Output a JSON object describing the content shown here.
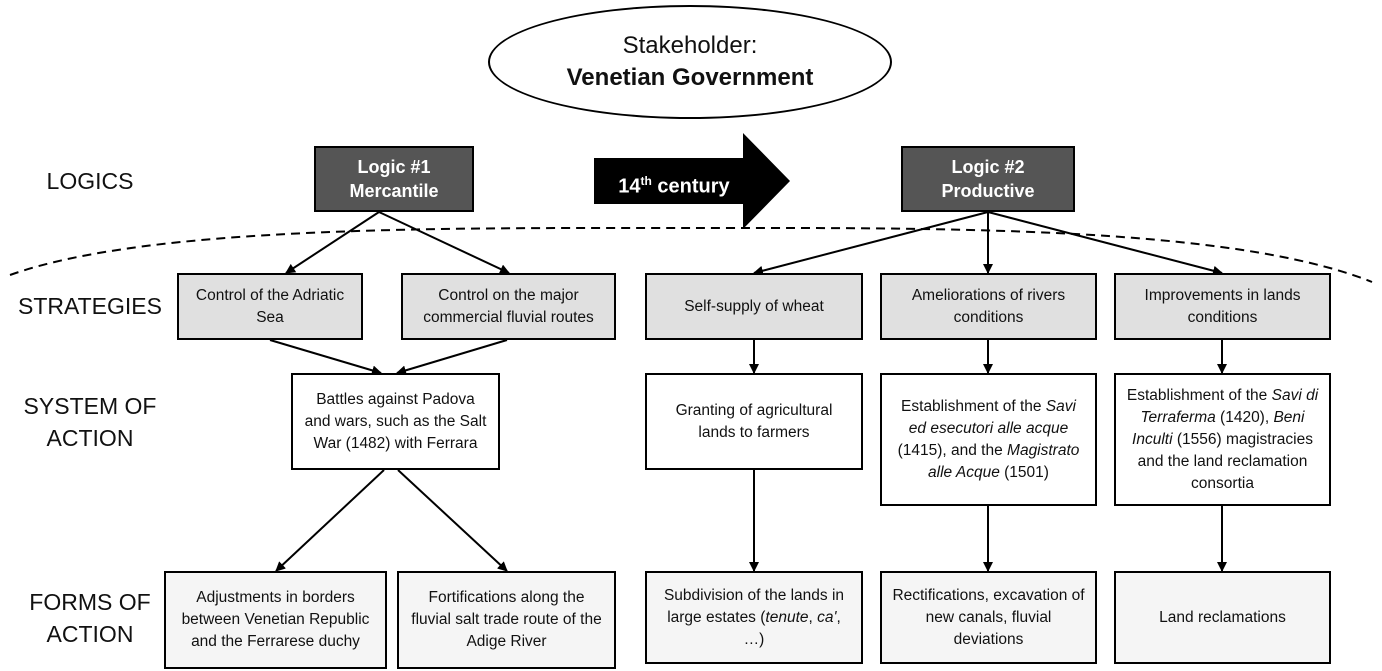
{
  "stakeholder": {
    "label": "Stakeholder:",
    "name": "Venetian Government"
  },
  "rows": {
    "logics": "LOGICS",
    "strategies": "STRATEGIES",
    "system_of_action": "SYSTEM OF\nACTION",
    "forms_of_action": "FORMS OF\nACTION"
  },
  "logic1": {
    "line1": "Logic #1",
    "line2": "Mercantile"
  },
  "logic2": {
    "line1": "Logic #2",
    "line2": "Productive"
  },
  "transition": {
    "num": "14",
    "sup": "th",
    "rest": " century"
  },
  "strategies": {
    "s1": "Control of the Adriatic Sea",
    "s2": "Control on the major commercial fluvial routes",
    "s3": "Self-supply of wheat",
    "s4": "Ameliorations of rivers conditions",
    "s5": "Improvements in lands conditions"
  },
  "system": {
    "a1": "Battles against Padova and wars, such as the Salt War (1482) with Ferrara",
    "a2": "Granting of agricultural lands to farmers",
    "a3": {
      "t1": "Establishment of the ",
      "i1": "Savi ed esecutori alle acque",
      "t2": " (1415), and the ",
      "i2": "Magistrato alle Acque",
      "t3": " (1501)"
    },
    "a4": {
      "t1": "Establishment of the ",
      "i1": "Savi di Terraferma",
      "t2": " (1420), ",
      "i2": "Beni Inculti",
      "t3": " (1556) magistracies and the land reclamation consortia"
    }
  },
  "forms": {
    "f1": "Adjustments in borders between Venetian Republic and the Ferrarese duchy",
    "f2": "Fortifications along the fluvial salt trade route of the Adige River",
    "f3": {
      "t1": "Subdivision of the lands in large estates (",
      "i1": "tenute",
      "t2": ", ",
      "i2": "ca'",
      "t3": ", …)"
    },
    "f4": "Rectifications, excavation of new canals, fluvial deviations",
    "f5": "Land reclamations"
  }
}
